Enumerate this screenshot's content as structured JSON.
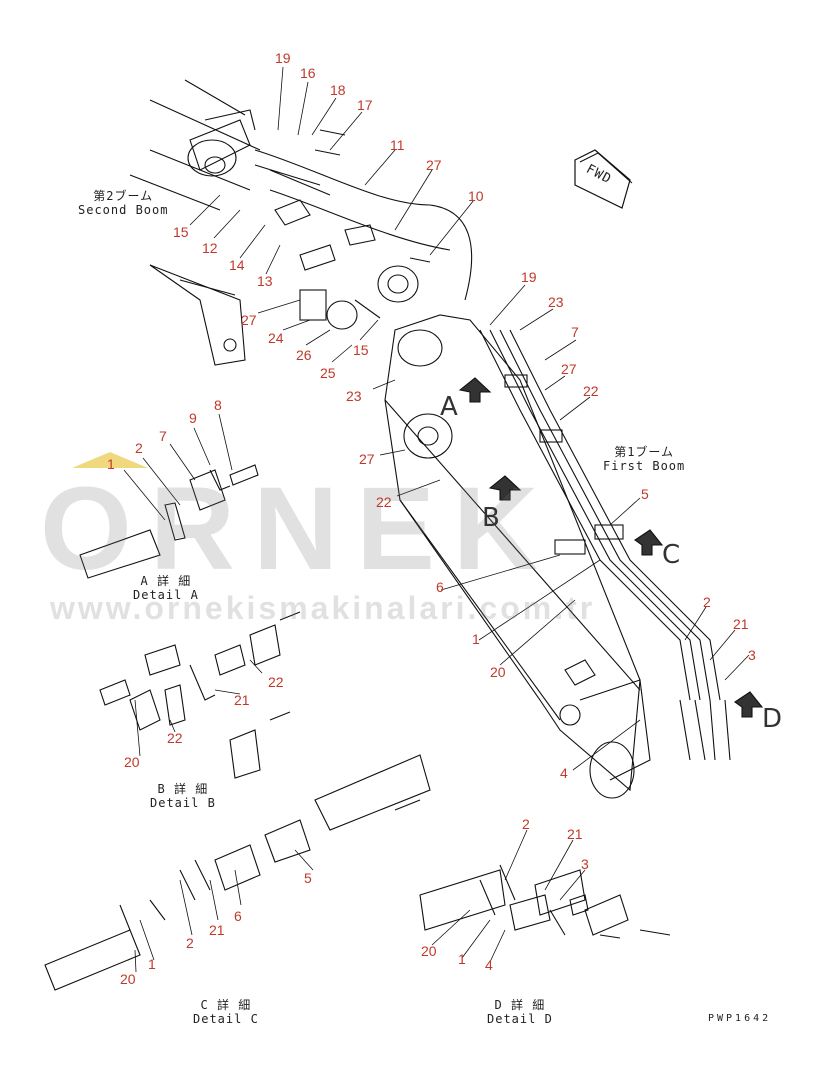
{
  "watermark": {
    "brand": "ORNEK",
    "url": "www.ornekismakinalari.com.tr"
  },
  "fwd_label": "FWD",
  "figure_code": "PWP1642",
  "boom_labels": {
    "second_jp": "第2ブーム",
    "second_en": "Second Boom",
    "first_jp": "第1ブーム",
    "first_en": "First Boom"
  },
  "view_letters": [
    "A",
    "B",
    "C",
    "D"
  ],
  "details": [
    {
      "jp": "A 詳 細",
      "en": "Detail A"
    },
    {
      "jp": "B 詳 細",
      "en": "Detail B"
    },
    {
      "jp": "C 詳 細",
      "en": "Detail C"
    },
    {
      "jp": "D 詳 細",
      "en": "Detail D"
    }
  ],
  "callouts": [
    "19",
    "16",
    "18",
    "17",
    "11",
    "27",
    "10",
    "15",
    "12",
    "14",
    "13",
    "27",
    "24",
    "26",
    "25",
    "15",
    "19",
    "23",
    "7",
    "27",
    "22",
    "23",
    "27",
    "22",
    "1",
    "2",
    "7",
    "9",
    "8",
    "22",
    "21",
    "22",
    "20",
    "5",
    "6",
    "1",
    "20",
    "2",
    "21",
    "3",
    "4",
    "5",
    "6",
    "21",
    "2",
    "1",
    "20",
    "2",
    "21",
    "3",
    "20",
    "1",
    "4"
  ],
  "accent_color": "#c0392b",
  "line_color": "#111111"
}
